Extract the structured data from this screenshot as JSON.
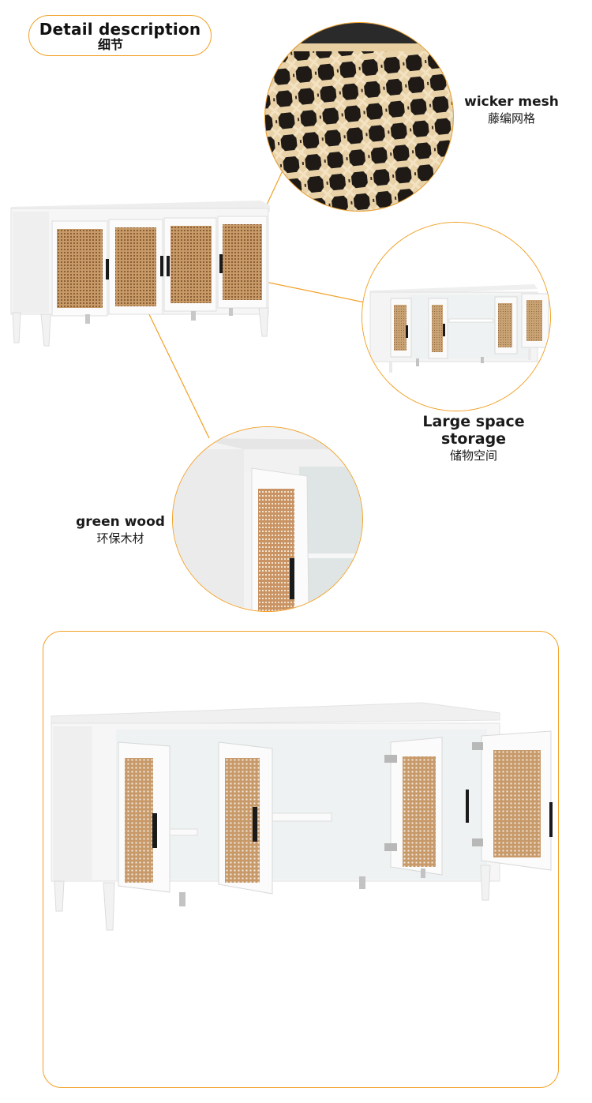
{
  "header": {
    "title_en": "Detail description",
    "title_zh": "细节"
  },
  "features": [
    {
      "id": "wicker-mesh",
      "label_en": "wicker mesh",
      "label_zh": "藤编网格"
    },
    {
      "id": "large-space-storage",
      "label_en": "Large space storage",
      "label_zh": "储物空间"
    },
    {
      "id": "green-wood",
      "label_en": "green wood",
      "label_zh": "环保木材"
    }
  ],
  "colors": {
    "accent": "#f2a024",
    "cabinet_white": "#f7f7f7",
    "rattan": "#c99a66",
    "handle": "#1a1a1a"
  }
}
